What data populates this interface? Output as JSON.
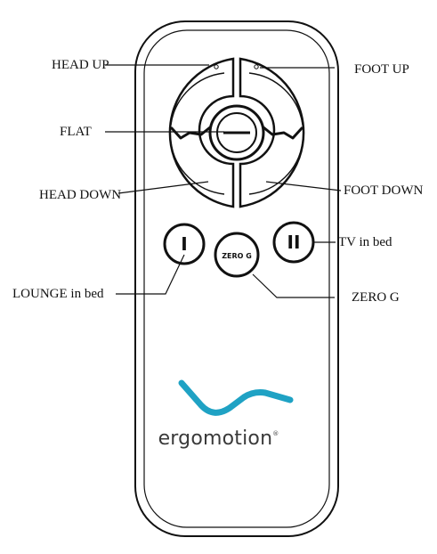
{
  "labels": {
    "head_up": "HEAD UP",
    "foot_up": "FOOT UP",
    "flat": "FLAT",
    "head_down": "HEAD DOWN",
    "foot_down": "FOOT DOWN",
    "tv_in_bed": "TV in bed",
    "lounge_in_bed": "LOUNGE in bed",
    "zero_g": "ZERO G"
  },
  "buttons": {
    "lounge_glyph": "I",
    "tv_glyph": "II",
    "zero_g_text": "ZERO G"
  },
  "brand": {
    "name": "ergomotion",
    "mark": "®",
    "logo_color": "#1fa2c4"
  }
}
